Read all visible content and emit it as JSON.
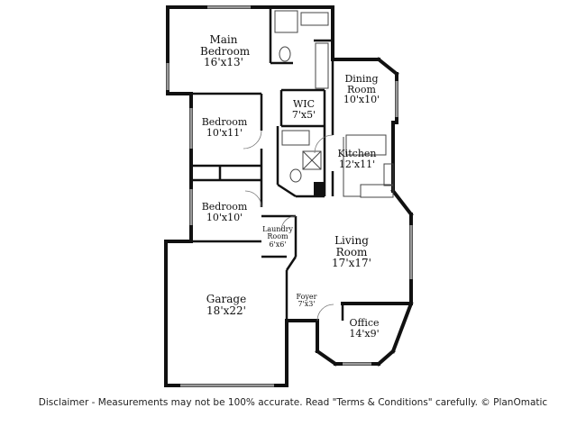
{
  "rooms": {
    "main_bedroom": {
      "name_line1": "Main",
      "name_line2": "Bedroom",
      "dims": "16'x13'"
    },
    "dining_room": {
      "name_line1": "Dining",
      "name_line2": "Room",
      "dims": "10'x10'"
    },
    "wic": {
      "name": "WIC",
      "dims": "7'x5'"
    },
    "bedroom_1": {
      "name": "Bedroom",
      "dims": "10'x11'"
    },
    "kitchen": {
      "name": "Kitchen",
      "dims": "12'x11'"
    },
    "bedroom_2": {
      "name": "Bedroom",
      "dims": "10'x10'"
    },
    "laundry_room": {
      "name_line1": "Laundry",
      "name_line2": "Room",
      "dims": "6'x6'"
    },
    "living_room": {
      "name_line1": "Living",
      "name_line2": "Room",
      "dims": "17'x17'"
    },
    "garage": {
      "name": "Garage",
      "dims": "18'x22'"
    },
    "foyer": {
      "name": "Foyer",
      "dims": "7'x3'"
    },
    "office": {
      "name": "Office",
      "dims": "14'x9'"
    }
  },
  "disclaimer": "Disclaimer - Measurements may not be 100% accurate. Read \"Terms & Conditions\" carefully. © PlanOmatic"
}
